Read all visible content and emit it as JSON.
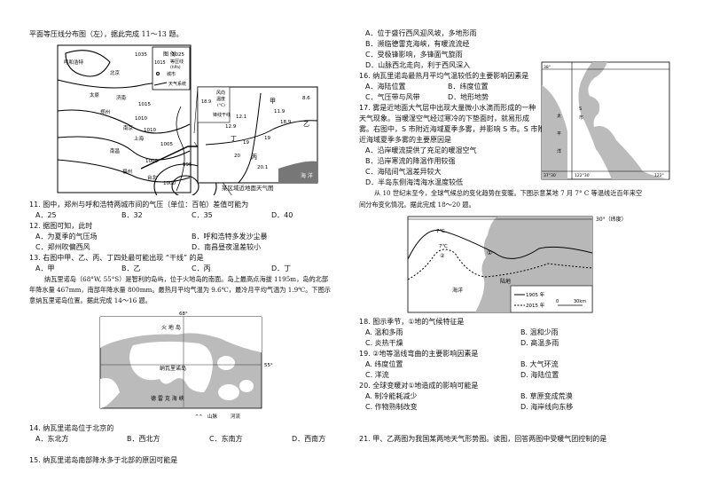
{
  "left": {
    "intro1": "平面等压线分布图（左），据此完成 11～13 题。",
    "fig1": {
      "legend_title": "图 例",
      "legend_isobar_value": "1015",
      "legend_isobar": "等压线",
      "legend_isobar_unit": "(hPa)",
      "legend_city": "城市",
      "legend_front": "天气系统",
      "isobars": [
        "1035",
        "1025",
        "1015",
        "1010",
        "1010",
        "1005",
        "1000",
        "995",
        "1000"
      ],
      "cities": [
        "呼和浩特",
        "北京",
        "太原",
        "济南",
        "郑州",
        "南京",
        "上海",
        "南昌",
        "福州",
        "台北"
      ],
      "inset_legend_wind": "风向",
      "inset_legend_temp": "温度",
      "inset_legend_temp_unit": "(°C)",
      "inset_legend_temp_sample": "18.9",
      "inset_legend_line": "锋线干线",
      "inset_points": [
        "8.6",
        "11.9",
        "12.1",
        "18.9",
        "12.9",
        "19",
        "19",
        "20",
        "20.1"
      ],
      "inset_labels": [
        "甲",
        "乙",
        "丙",
        "丁"
      ],
      "inset_sea": "海 洋",
      "caption": "某区域近地面天气图"
    },
    "q11": {
      "stem": "11. 图中，郑州与呼和浩特两城市间的气压（单位：百帕）差值可能为",
      "options": [
        "A．25",
        "B．32",
        "C．35",
        "D．40"
      ]
    },
    "q12": {
      "stem": "12. 据图可知，此时",
      "options": [
        "A．为夏季的气压场",
        "B．呼和浩特多发沙尘暴",
        "C．郑州吹偏西风",
        "D．南昌昼夜温差较小"
      ]
    },
    "q13": {
      "stem": "13. 右图中甲、乙、丙、丁四处最可能出现 “干线” 的是",
      "options": [
        "A．甲",
        "B．乙",
        "C．丙",
        "D．丁"
      ]
    },
    "passage2": [
      "纳瓦里诺岛（68°W, 55°S）是智利的岛屿，位于火地岛的南面。岛上最高点海拔 1195m，岛的北部",
      "年降水量 467mm，南部年降水量 800mm。最热月平均气温为 9.6℃，最冷月平均气温为 1.9℃。下图示",
      "意纳瓦里诺岛位置。据此完成 14～16 题。"
    ],
    "fig2": {
      "lon": "68°",
      "lat": "55°",
      "tierra": "火 地 岛",
      "navarino": "纳瓦里诺岛",
      "strait": "德 雷 克 海 峡",
      "legend_mountain": "山脉",
      "legend_river": "河流"
    },
    "q14": {
      "stem": "14. 纳瓦里诺岛位于北京的",
      "options": [
        "A．东北方",
        "B．西北方",
        "C．东南方",
        "D．西南方"
      ]
    },
    "q15": {
      "stem": "15. 纳瓦里诺岛南部降水多于北部的原因可能是"
    }
  },
  "right": {
    "q15_options": [
      "A．位于盛行西风迎风坡，多地形雨",
      "B．濒临德雷克海峡，有暖流流经",
      "C．受极锋影响，多锋面气旋雨",
      "D．山脉西北走向，利于西风深入"
    ],
    "q16": {
      "stem": "16. 纳瓦里诺岛最热月平均气温较低的主要影响因素是",
      "options": [
        "A．海陆位置",
        "B．纬度位置",
        "C．气压带与风带",
        "D．地形地势"
      ]
    },
    "q17": {
      "stem": [
        "17. 雾是近地面大气层中出现大量微小水滴而形成的一种",
        "天气现象。当暖湿空气经过寒冷的下垫面时，就易形成",
        "雾。右图中，S 市附近海域夏季多雾，并影响 S 市。S 市附",
        "近海域夏季多雾的主要原因是"
      ],
      "options": [
        "A．沿岸暖流提供了充足的暖湿空气",
        "B．沿岸寒流的降温作用较强",
        "C．海陆间气温差异较大",
        "D．半岛东侧海湾海水温度较低"
      ]
    },
    "fig_s": {
      "lat_top": "38°",
      "lat_bottom": "37°30′",
      "lon_left": "122°30′",
      "lon_right": "122°",
      "ocean": [
        "太",
        "平",
        "洋"
      ],
      "city": [
        "S",
        "市"
      ]
    },
    "passage3": [
      "从 10 世纪末至今，全球气候总的变化趋势在变暖。下图示意某地 7 月 7° C 等温线近百年来空",
      "间分布变化情况。据此完成 18～20 题。"
    ],
    "fig3": {
      "lat": "30°（纬度）",
      "iso1": "7℃",
      "iso2": "7℃",
      "p1": "①",
      "p2": "②",
      "ocean": "海洋",
      "land": "陆地",
      "legend_1905": "1905 年",
      "legend_2015": "2015 年",
      "scale_0": "0",
      "scale_30": "30km"
    },
    "q18": {
      "stem": "18. 图示季节，①地的气候特征是",
      "options": [
        "A. 温和多雨",
        "B. 温和少雨",
        "C. 炎热干燥",
        "D. 高温多雨"
      ]
    },
    "q19": {
      "stem": "19. ②地等温线弯曲的主要影响因素是",
      "options": [
        "A. 纬度位置",
        "B. 大气环流",
        "C. 洋流",
        "D. 海陆位置"
      ]
    },
    "q20": {
      "stem": "20. 全球变暖对①地造成的影响可能是",
      "options": [
        "A. 制冷能耗减少",
        "B. 草原变成荒漠",
        "C. 作物熟制改变",
        "D. 海岸线向东移"
      ]
    },
    "q21": {
      "stem": "21. 甲、乙两图为我国某两地天气形势图。读图，回答两图中受暖气团控制的是"
    }
  }
}
